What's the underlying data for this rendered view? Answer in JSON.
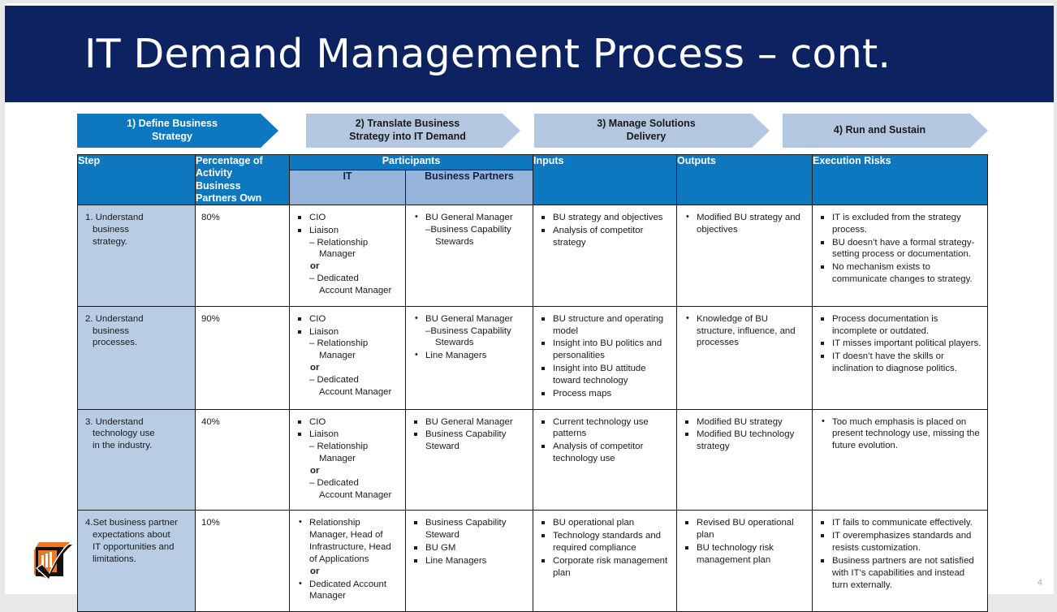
{
  "slide": {
    "title": "IT Demand Management Process – cont.",
    "page_number": "4",
    "logo_name": "company-checkmark-logo",
    "colors": {
      "title_band": "#0d2260",
      "header_blue": "#0d78c0",
      "chevron_active": "#0d78c0",
      "chevron_inactive": "#b4c7e0",
      "subheader_blue": "#96b3dc",
      "step_cell": "#b8cce4",
      "logo_orange": "#ef7622"
    }
  },
  "chevrons": [
    {
      "label": "1) Define Business\nStrategy",
      "line1": "1) Define Business",
      "line2": "Strategy",
      "active": true
    },
    {
      "label": "2) Translate Business Strategy into IT Demand",
      "line1": "2) Translate Business",
      "line2": "Strategy into IT Demand",
      "active": false
    },
    {
      "label": "3) Manage Solutions Delivery",
      "line1": "3) Manage Solutions",
      "line2": "Delivery",
      "active": false
    },
    {
      "label": "4) Run and Sustain",
      "line1": "4) Run and Sustain",
      "line2": "",
      "active": false
    }
  ],
  "table": {
    "headers": {
      "step": "Step",
      "percentage": "Percentage of Activity Business Partners Own",
      "percentage_lines": [
        "Percentage of",
        "Activity",
        "Business",
        "Partners Own"
      ],
      "participants": "Participants",
      "it": "IT",
      "business_partners": "Business Partners",
      "inputs": "Inputs",
      "outputs": "Outputs",
      "execution_risks": "Execution Risks"
    },
    "rows": [
      {
        "step_lines": [
          "1. Understand",
          "business",
          "strategy."
        ],
        "percentage": "80%",
        "it": [
          {
            "text": "CIO",
            "sub": []
          },
          {
            "text": "Liaison",
            "sub": [
              "– Relationship",
              "Manager",
              "or",
              "– Dedicated",
              "Account Manager"
            ]
          }
        ],
        "business_partners": [
          {
            "text": "BU General Manager",
            "sub": [
              "–Business Capability",
              "Stewards"
            ]
          }
        ],
        "inputs": [
          "BU strategy and objectives",
          "Analysis of competitor strategy"
        ],
        "outputs": [
          "Modified BU strategy and objectives"
        ],
        "execution_risks": [
          "IT is excluded from the strategy process.",
          "BU doesn’t have a formal strategy-setting process or documentation.",
          "No mechanism exists to communicate changes to strategy."
        ]
      },
      {
        "step_lines": [
          "2. Understand",
          "business",
          "processes."
        ],
        "percentage": "90%",
        "it": [
          {
            "text": "CIO",
            "sub": []
          },
          {
            "text": "Liaison",
            "sub": [
              "– Relationship",
              "Manager",
              "or",
              "– Dedicated",
              "Account Manager"
            ]
          }
        ],
        "business_partners": [
          {
            "text": "BU General Manager",
            "sub": [
              "–Business Capability",
              "Stewards"
            ]
          },
          {
            "text": "Line Managers",
            "sub": []
          }
        ],
        "inputs": [
          "BU structure and operating model",
          "Insight into BU politics and personalities",
          "Insight into BU attitude toward technology",
          "Process maps"
        ],
        "outputs": [
          "Knowledge of BU structure, influence, and processes"
        ],
        "execution_risks": [
          "Process documentation is incomplete or outdated.",
          "IT misses important political players.",
          "IT doesn’t have the skills  or inclination to diagnose politics."
        ]
      },
      {
        "step_lines": [
          "3. Understand",
          "technology use",
          "in the industry."
        ],
        "percentage": "40%",
        "it": [
          {
            "text": "CIO",
            "sub": []
          },
          {
            "text": "Liaison",
            "sub": [
              "– Relationship",
              "Manager",
              "or",
              "– Dedicated",
              "Account Manager"
            ]
          }
        ],
        "business_partners": [
          {
            "text": "BU General Manager",
            "sub": []
          },
          {
            "text": "Business Capability Steward",
            "sub": []
          }
        ],
        "inputs": [
          "Current technology use patterns",
          "Analysis of competitor technology use"
        ],
        "outputs": [
          "Modified BU strategy",
          "Modified BU technology strategy"
        ],
        "execution_risks": [
          "Too much emphasis is placed on present technology use, missing the future evolution."
        ]
      },
      {
        "step_lines": [
          "4.Set business partner",
          "expectations about",
          "IT opportunities  and",
          "limitations."
        ],
        "percentage": "10%",
        "it": [
          {
            "text": "Relationship Manager, Head of Infrastructure, Head of Applications",
            "sub": [
              "or"
            ]
          },
          {
            "text": "Dedicated Account Manager",
            "sub": []
          }
        ],
        "business_partners": [
          {
            "text": "Business Capability Steward",
            "sub": []
          },
          {
            "text": "BU GM",
            "sub": []
          },
          {
            "text": "Line Managers",
            "sub": []
          }
        ],
        "inputs": [
          "BU operational plan",
          "Technology standards and required compliance",
          "Corporate risk management plan"
        ],
        "outputs": [
          "Revised BU operational plan",
          "BU technology risk management plan"
        ],
        "execution_risks": [
          "IT fails to communicate effectively.",
          "IT overemphasizes standards and resists customization.",
          "Business partners are not satisfied with IT’s capabilities and instead turn externally."
        ]
      }
    ]
  }
}
